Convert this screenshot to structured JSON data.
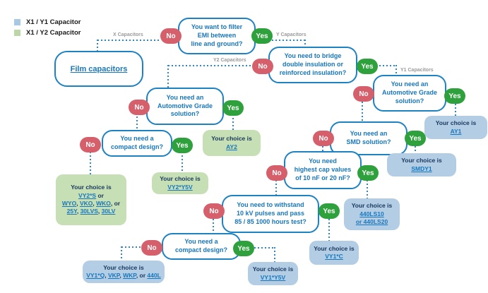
{
  "legend": {
    "items": [
      {
        "label": "X1 / Y1 Capacitor",
        "color": "#a9c8e4"
      },
      {
        "label": "X1 / Y2 Capacitor",
        "color": "#bcd6a8"
      }
    ]
  },
  "film": {
    "label": "Film capacitors"
  },
  "badges": {
    "yes": "Yes",
    "no": "No"
  },
  "branch_labels": {
    "x": "X Capacitors",
    "y": "Y Capacitors",
    "y2": "Y2 Capacitors",
    "y1": "Y1 Capacitors"
  },
  "decisions": {
    "filter_emi": [
      "You want to filter",
      "EMI between",
      "line and ground?"
    ],
    "bridge": [
      "You need to bridge",
      "double insulation or",
      "reinforced insulation?"
    ],
    "auto_y1": [
      "You need an",
      "Automotive Grade",
      "solution?"
    ],
    "smd": [
      "You need an",
      "SMD solution?"
    ],
    "cap": [
      "You need",
      "highest cap values",
      "of 10 nF or 20 nF?"
    ],
    "withstand": [
      "You need to withstand",
      "10 kV pulses and pass",
      "85 / 85 1000 hours test?"
    ],
    "compact_y1": [
      "You need a",
      "compact design?"
    ],
    "auto_y2": [
      "You need an",
      "Automotive Grade",
      "solution?"
    ],
    "compact_y2": [
      "You need a",
      "compact design?"
    ]
  },
  "choice_boxes": {
    "prefix": "Your choice is",
    "ay1": {
      "product": "AY1"
    },
    "smdy1": {
      "product": "SMDY1"
    },
    "ls440": {
      "p1": "440LS10",
      "p2": "or 440LS20"
    },
    "vy1c": {
      "product": "VY1*C"
    },
    "vy1y5v": {
      "product": "VY1*Y5V"
    },
    "vy1q": {
      "p1": "VY1*Q",
      "s1": ", ",
      "p2": "VKP",
      "s2": ", ",
      "p3": "WKP",
      "s3": ", or ",
      "p4": "440L"
    },
    "ay2": {
      "product": "AY2"
    },
    "vy2y5v": {
      "product": "VY2*Y5V"
    },
    "big_green": {
      "p1": "VY2*S",
      "s1": " or",
      "p2": "WYO",
      "s2": ", ",
      "p3": "VKO",
      "s3": ", ",
      "p4": "WKO",
      "s4": ", or",
      "p5": "25Y",
      "s5": ", ",
      "p6": "30LVS",
      "s6": ", ",
      "p7": "30LV"
    }
  },
  "colors": {
    "box_border_blue": "#1d82c4",
    "text_blue": "#1777bd",
    "no_red": "#d5606c",
    "yes_green": "#2fa13c",
    "choice_blue_bg": "#b3cde5",
    "choice_green_bg": "#c7dfb5",
    "dark_navy_text": "#17375d",
    "dotted_line_blue": "#2e86c4",
    "branch_label_gray": "#9a9a9a"
  }
}
